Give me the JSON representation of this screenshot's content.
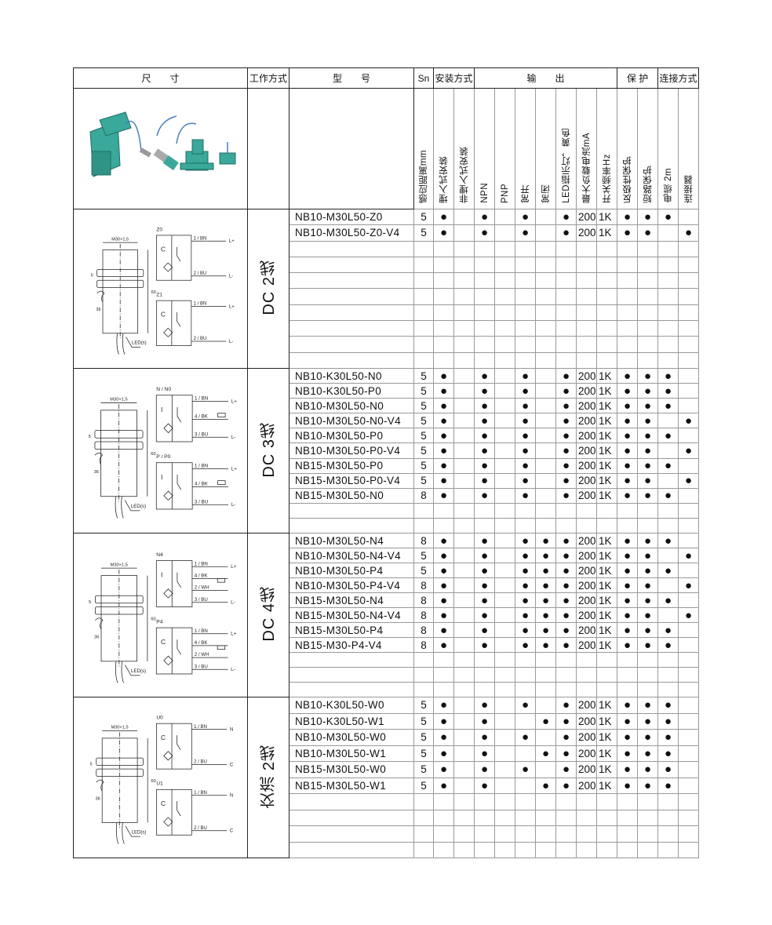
{
  "header": {
    "size": "尺　　寸",
    "mode": "工作方式",
    "model": "型　　号",
    "sn": "Sn",
    "install": "安装方式",
    "output": "输　　出",
    "protect": "保 护",
    "connect": "连接方式"
  },
  "subheaders": [
    "感应距离mm",
    "埋入式安装",
    "非埋入式安装",
    "NPN",
    "PNP",
    "常开",
    "常闭",
    "LED指示灯，黄色",
    "最大负载电流mA",
    "开关频率Hz",
    "反极性保护",
    "短路保护",
    "电缆 2m",
    "连接器"
  ],
  "sections": [
    {
      "mode": "DC 2线",
      "diagram": {
        "thread": "M30×1,5",
        "dim_nut": "5",
        "dim_len": "60",
        "wrench": "36",
        "led": "LED(s)",
        "circuits": [
          {
            "name": "Z0",
            "symbol": "C",
            "wires": [
              "1 / BN",
              "2 / BU"
            ],
            "ends": [
              "L+",
              "L-"
            ]
          },
          {
            "name": "Z1",
            "symbol": "C",
            "wires": [
              "1 / BN",
              "2 / BU"
            ],
            "ends": [
              "L+",
              "L-"
            ]
          }
        ]
      },
      "rows": [
        [
          "NB10-M30L50-Z0",
          "5",
          "●",
          "",
          "●",
          "",
          "●",
          "",
          "●",
          "200",
          "1K",
          "●",
          "●",
          "●",
          ""
        ],
        [
          "NB10-M30L50-Z0-V4",
          "5",
          "●",
          "",
          "●",
          "",
          "●",
          "",
          "●",
          "200",
          "1K",
          "●",
          "●",
          "",
          "●"
        ]
      ],
      "blank_rows": 8
    },
    {
      "mode": "DC 3线",
      "diagram": {
        "thread": "M30×1,5",
        "dim_nut": "5",
        "dim_len": "60",
        "wrench": "36",
        "led": "LED(s)",
        "circuits": [
          {
            "name": "N / N0",
            "symbol": "I",
            "wires": [
              "1 / BN",
              "4 / BK",
              "3 / BU"
            ],
            "ends": [
              "L+",
              "L-"
            ]
          },
          {
            "name": "P / P0",
            "symbol": "I",
            "wires": [
              "1 / BN",
              "4 / BK",
              "3 / BU"
            ],
            "ends": [
              "L+",
              "L-"
            ]
          }
        ]
      },
      "rows": [
        [
          "NB10-K30L50-N0",
          "5",
          "●",
          "",
          "●",
          "",
          "●",
          "",
          "●",
          "200",
          "1K",
          "●",
          "●",
          "●",
          ""
        ],
        [
          "NB10-K30L50-P0",
          "5",
          "●",
          "",
          "●",
          "",
          "●",
          "",
          "●",
          "200",
          "1K",
          "●",
          "●",
          "●",
          ""
        ],
        [
          "NB10-M30L50-N0",
          "5",
          "●",
          "",
          "●",
          "",
          "●",
          "",
          "●",
          "200",
          "1K",
          "●",
          "●",
          "●",
          ""
        ],
        [
          "NB10-M30L50-N0-V4",
          "5",
          "●",
          "",
          "●",
          "",
          "●",
          "",
          "●",
          "200",
          "1K",
          "●",
          "●",
          "",
          "●"
        ],
        [
          "NB10-M30L50-P0",
          "5",
          "●",
          "",
          "●",
          "",
          "●",
          "",
          "●",
          "200",
          "1K",
          "●",
          "●",
          "●",
          ""
        ],
        [
          "NB10-M30L50-P0-V4",
          "5",
          "●",
          "",
          "●",
          "",
          "●",
          "",
          "●",
          "200",
          "1K",
          "●",
          "●",
          "",
          "●"
        ],
        [
          "NB15-M30L50-P0",
          "5",
          "●",
          "",
          "●",
          "",
          "●",
          "",
          "●",
          "200",
          "1K",
          "●",
          "●",
          "●",
          ""
        ],
        [
          "NB15-M30L50-P0-V4",
          "5",
          "●",
          "",
          "●",
          "",
          "●",
          "",
          "●",
          "200",
          "1K",
          "●",
          "●",
          "",
          "●"
        ],
        [
          "NB15-M30L50-N0",
          "8",
          "●",
          "",
          "●",
          "",
          "●",
          "",
          "●",
          "200",
          "1K",
          "●",
          "●",
          "●",
          ""
        ]
      ],
      "blank_rows": 2
    },
    {
      "mode": "DC 4线",
      "diagram": {
        "thread": "M30×1,5",
        "dim_nut": "5",
        "dim_len": "60",
        "wrench": "36",
        "led": "LED(s)",
        "circuits": [
          {
            "name": "N4",
            "symbol": "I",
            "wires": [
              "1 / BN",
              "4 / BK",
              "2 / WH",
              "3 / BU"
            ],
            "ends": [
              "L+",
              "L-"
            ]
          },
          {
            "name": "P4",
            "symbol": "C",
            "wires": [
              "1 / BN",
              "4 / BK",
              "2 / WH",
              "3 / BU"
            ],
            "ends": [
              "L+",
              "L-"
            ]
          }
        ]
      },
      "rows": [
        [
          "NB10-M30L50-N4",
          "8",
          "●",
          "",
          "●",
          "",
          "●",
          "●",
          "●",
          "200",
          "1K",
          "●",
          "●",
          "●",
          ""
        ],
        [
          "NB10-M30L50-N4-V4",
          "5",
          "●",
          "",
          "●",
          "",
          "●",
          "●",
          "●",
          "200",
          "1K",
          "●",
          "●",
          "",
          "●"
        ],
        [
          "NB10-M30L50-P4",
          "5",
          "●",
          "",
          "●",
          "",
          "●",
          "●",
          "●",
          "200",
          "1K",
          "●",
          "●",
          "●",
          ""
        ],
        [
          "NB10-M30L50-P4-V4",
          "8",
          "●",
          "",
          "●",
          "",
          "●",
          "●",
          "●",
          "200",
          "1K",
          "●",
          "●",
          "",
          "●"
        ],
        [
          "NB15-M30L50-N4",
          "8",
          "●",
          "",
          "●",
          "",
          "●",
          "●",
          "●",
          "200",
          "1K",
          "●",
          "●",
          "●",
          ""
        ],
        [
          "NB15-M30L50-N4-V4",
          "8",
          "●",
          "",
          "●",
          "",
          "●",
          "●",
          "●",
          "200",
          "1K",
          "●",
          "●",
          "",
          "●"
        ],
        [
          "NB15-M30L50-P4",
          "8",
          "●",
          "",
          "●",
          "",
          "●",
          "●",
          "●",
          "200",
          "1K",
          "●",
          "●",
          "●",
          ""
        ],
        [
          "NB15-M30-P4-V4",
          "8",
          "●",
          "",
          "●",
          "",
          "●",
          "●",
          "●",
          "200",
          "1K",
          "●",
          "●",
          "●",
          ""
        ]
      ],
      "blank_rows": 3
    },
    {
      "mode": "交流 2线",
      "diagram": {
        "thread": "M30×1,5",
        "dim_nut": "5",
        "dim_len": "60",
        "wrench": "36",
        "led": "LED(s)",
        "circuits": [
          {
            "name": "U0",
            "symbol": "C",
            "wires": [
              "1 / BN",
              "2 / BU"
            ],
            "ends": [
              "N",
              "C"
            ]
          },
          {
            "name": "U1",
            "symbol": "C",
            "wires": [
              "1 / BN",
              "2 / BU"
            ],
            "ends": [
              "N",
              "C"
            ]
          }
        ]
      },
      "rows": [
        [
          "NB10-K30L50-W0",
          "5",
          "●",
          "",
          "●",
          "",
          "●",
          "",
          "●",
          "200",
          "1K",
          "●",
          "●",
          "●",
          ""
        ],
        [
          "NB10-K30L50-W1",
          "5",
          "●",
          "",
          "●",
          "",
          "",
          "●",
          "●",
          "200",
          "1K",
          "●",
          "●",
          "●",
          ""
        ],
        [
          "NB10-M30L50-W0",
          "5",
          "●",
          "",
          "●",
          "",
          "●",
          "",
          "●",
          "200",
          "1K",
          "●",
          "●",
          "●",
          ""
        ],
        [
          "NB10-M30L50-W1",
          "5",
          "●",
          "",
          "●",
          "",
          "",
          "●",
          "●",
          "200",
          "1K",
          "●",
          "●",
          "●",
          ""
        ],
        [
          "NB15-M30L50-W0",
          "5",
          "●",
          "",
          "●",
          "",
          "●",
          "",
          "●",
          "200",
          "1K",
          "●",
          "●",
          "●",
          ""
        ],
        [
          "NB15-M30L50-W1",
          "5",
          "●",
          "",
          "●",
          "",
          "",
          "●",
          "●",
          "200",
          "1K",
          "●",
          "●",
          "●",
          ""
        ]
      ],
      "blank_rows": 4
    }
  ],
  "colors": {
    "product": "#3aa89a",
    "line": "#222222",
    "grid": "#999999"
  }
}
